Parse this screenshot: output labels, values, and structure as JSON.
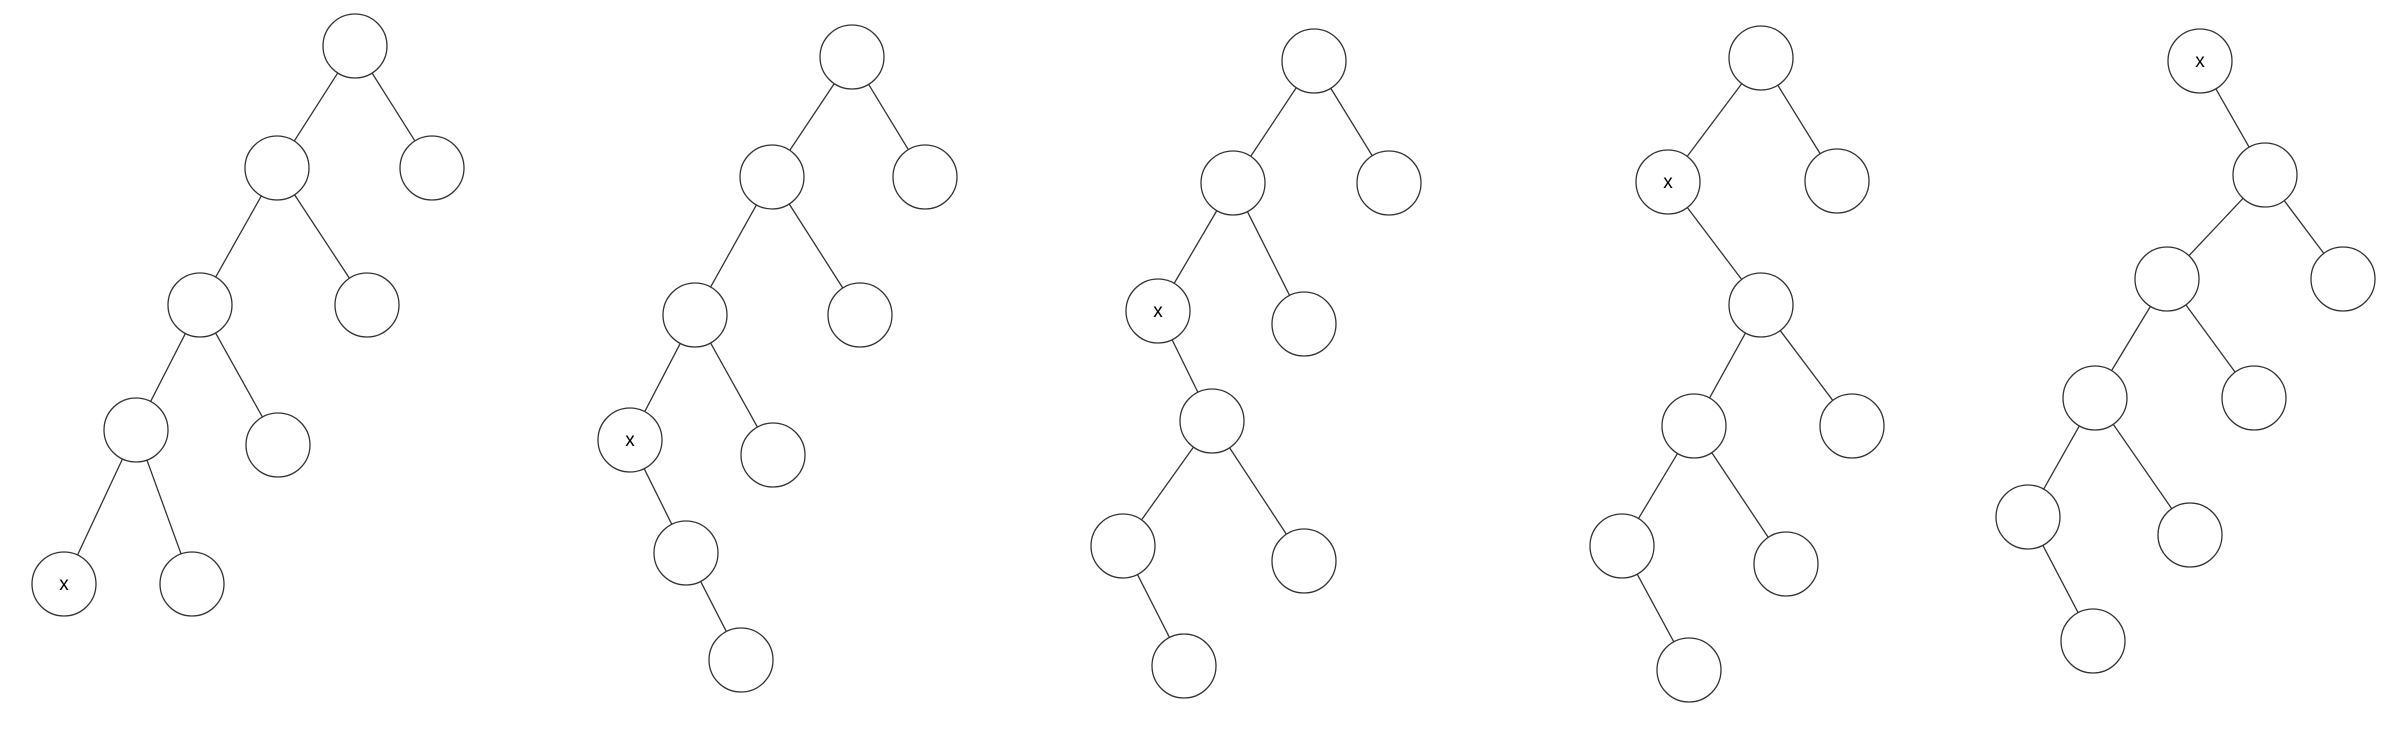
{
  "colors": {
    "background": "#ffffff",
    "stroke": "#333333",
    "text": "#000000"
  },
  "trees": [
    {
      "id": "tree-1",
      "nodes": [
        {
          "id": "root",
          "label": ""
        },
        {
          "id": "l",
          "label": ""
        },
        {
          "id": "r",
          "label": ""
        },
        {
          "id": "ll",
          "label": ""
        },
        {
          "id": "lr",
          "label": ""
        },
        {
          "id": "lll",
          "label": ""
        },
        {
          "id": "llr",
          "label": ""
        },
        {
          "id": "llll",
          "label": ""
        },
        {
          "id": "lllr",
          "label": ""
        },
        {
          "id": "lllll",
          "label": "x"
        }
      ],
      "edges": [
        [
          "root",
          "l"
        ],
        [
          "root",
          "r"
        ],
        [
          "l",
          "ll"
        ],
        [
          "l",
          "lr"
        ],
        [
          "ll",
          "lll"
        ],
        [
          "ll",
          "llr"
        ],
        [
          "lll",
          "llll"
        ],
        [
          "lll",
          "lllr"
        ],
        [
          "llll",
          "lllll"
        ]
      ]
    },
    {
      "id": "tree-2",
      "nodes": [
        {
          "id": "root",
          "label": ""
        },
        {
          "id": "l",
          "label": ""
        },
        {
          "id": "r",
          "label": ""
        },
        {
          "id": "ll",
          "label": ""
        },
        {
          "id": "lr",
          "label": ""
        },
        {
          "id": "lll",
          "label": "x"
        },
        {
          "id": "llr",
          "label": ""
        },
        {
          "id": "lllr",
          "label": ""
        },
        {
          "id": "lllrr",
          "label": ""
        }
      ],
      "edges": [
        [
          "root",
          "l"
        ],
        [
          "root",
          "r"
        ],
        [
          "l",
          "ll"
        ],
        [
          "l",
          "lr"
        ],
        [
          "ll",
          "lll"
        ],
        [
          "ll",
          "llr"
        ],
        [
          "lll",
          "lllr"
        ],
        [
          "lllr",
          "lllrr"
        ]
      ]
    },
    {
      "id": "tree-3",
      "nodes": [
        {
          "id": "root",
          "label": ""
        },
        {
          "id": "l",
          "label": ""
        },
        {
          "id": "r",
          "label": ""
        },
        {
          "id": "ll",
          "label": "x"
        },
        {
          "id": "lr",
          "label": ""
        },
        {
          "id": "llr",
          "label": ""
        },
        {
          "id": "llrl",
          "label": ""
        },
        {
          "id": "llrr",
          "label": ""
        },
        {
          "id": "llrlr",
          "label": ""
        }
      ],
      "edges": [
        [
          "root",
          "l"
        ],
        [
          "root",
          "r"
        ],
        [
          "l",
          "ll"
        ],
        [
          "l",
          "lr"
        ],
        [
          "ll",
          "llr"
        ],
        [
          "llr",
          "llrl"
        ],
        [
          "llr",
          "llrr"
        ],
        [
          "llrl",
          "llrlr"
        ]
      ]
    },
    {
      "id": "tree-4",
      "nodes": [
        {
          "id": "root",
          "label": ""
        },
        {
          "id": "l",
          "label": "x"
        },
        {
          "id": "r",
          "label": ""
        },
        {
          "id": "lr",
          "label": ""
        },
        {
          "id": "lrl",
          "label": ""
        },
        {
          "id": "lrr",
          "label": ""
        },
        {
          "id": "lrll",
          "label": ""
        },
        {
          "id": "lrlr",
          "label": ""
        },
        {
          "id": "lrllr",
          "label": ""
        }
      ],
      "edges": [
        [
          "root",
          "l"
        ],
        [
          "root",
          "r"
        ],
        [
          "l",
          "lr"
        ],
        [
          "lr",
          "lrl"
        ],
        [
          "lr",
          "lrr"
        ],
        [
          "lrl",
          "lrll"
        ],
        [
          "lrl",
          "lrlr"
        ],
        [
          "lrll",
          "lrllr"
        ]
      ]
    },
    {
      "id": "tree-5",
      "nodes": [
        {
          "id": "root",
          "label": "x"
        },
        {
          "id": "r",
          "label": ""
        },
        {
          "id": "rl",
          "label": ""
        },
        {
          "id": "rr",
          "label": ""
        },
        {
          "id": "rll",
          "label": ""
        },
        {
          "id": "rlr",
          "label": ""
        },
        {
          "id": "rlll",
          "label": ""
        },
        {
          "id": "rllr",
          "label": ""
        },
        {
          "id": "rlllr",
          "label": ""
        }
      ],
      "edges": [
        [
          "root",
          "r"
        ],
        [
          "r",
          "rl"
        ],
        [
          "r",
          "rr"
        ],
        [
          "rl",
          "rll"
        ],
        [
          "rl",
          "rlr"
        ],
        [
          "rll",
          "rlll"
        ],
        [
          "rll",
          "rllr"
        ],
        [
          "rlll",
          "rlllr"
        ]
      ]
    }
  ]
}
